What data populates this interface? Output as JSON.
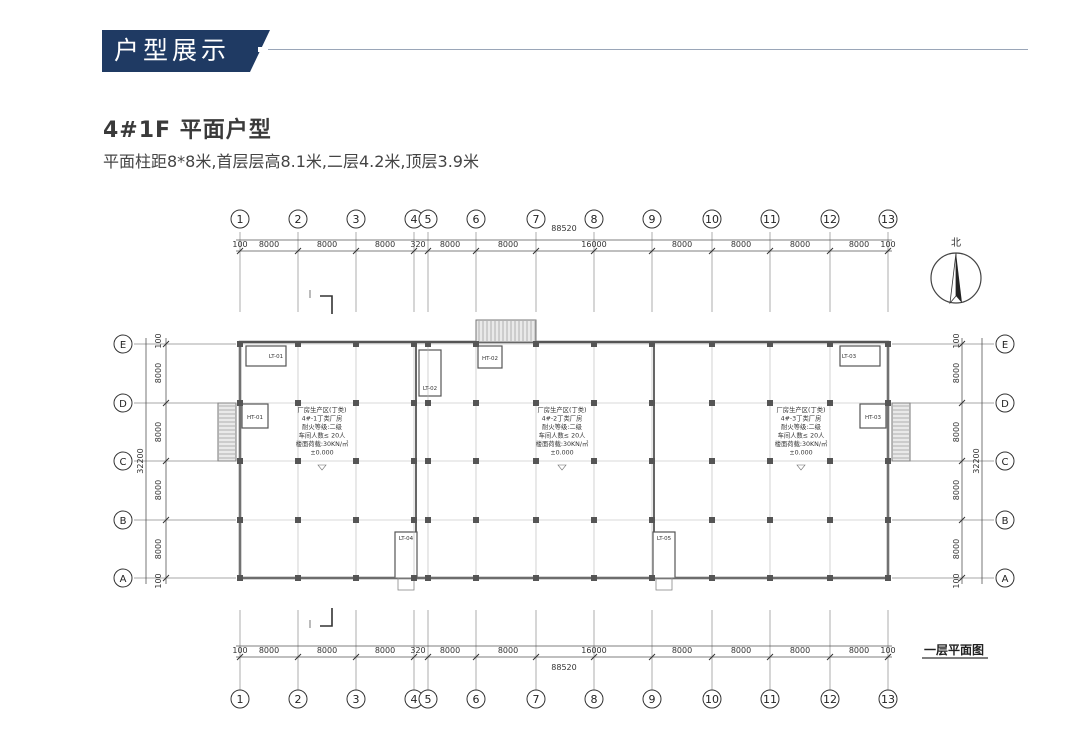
{
  "header": {
    "section_title": "户型展示",
    "accent_color": "#1f3a63"
  },
  "plan": {
    "title": "4#1F 平面户型",
    "description": "平面柱距8*8米,首层层高8.1米,二层4.2米,顶层3.9米",
    "drawing_label": "一层平面图",
    "north_label": "北",
    "grid_columns": [
      "1",
      "2",
      "3",
      "4",
      "5",
      "6",
      "7",
      "8",
      "9",
      "10",
      "11",
      "12",
      "13"
    ],
    "grid_rows": [
      "E",
      "D",
      "C",
      "B",
      "A"
    ],
    "bay_dimensions": [
      "100",
      "8000",
      "8000",
      "8000",
      "320",
      "8000",
      "8000",
      "16000",
      "8000",
      "8000",
      "8000",
      "8000",
      "100"
    ],
    "total_width": "88520",
    "row_dimensions": [
      "100",
      "8000",
      "8000",
      "8000",
      "8000",
      "100"
    ],
    "total_depth": "32200",
    "units": [
      {
        "lines": [
          "厂房生产区(丁类)",
          "4#-1丁类厂房",
          "耐火等级:二级",
          "车间人数≤ 20人",
          "楼面荷载:30KN/㎡",
          "±0.000"
        ]
      },
      {
        "lines": [
          "厂房生产区(丁类)",
          "4#-2丁类厂房",
          "耐火等级:二级",
          "车间人数≤ 20人",
          "楼面荷载:30KN/㎡",
          "±0.000"
        ]
      },
      {
        "lines": [
          "厂房生产区(丁类)",
          "4#-3丁类厂房",
          "耐火等级:二级",
          "车间人数≤ 20人",
          "楼面荷载:30KN/㎡",
          "±0.000"
        ]
      }
    ],
    "room_tags": [
      "LT-01",
      "HT-01",
      "LT-02",
      "HT-02",
      "LT-03",
      "HT-03",
      "LT-04",
      "LT-05"
    ]
  }
}
